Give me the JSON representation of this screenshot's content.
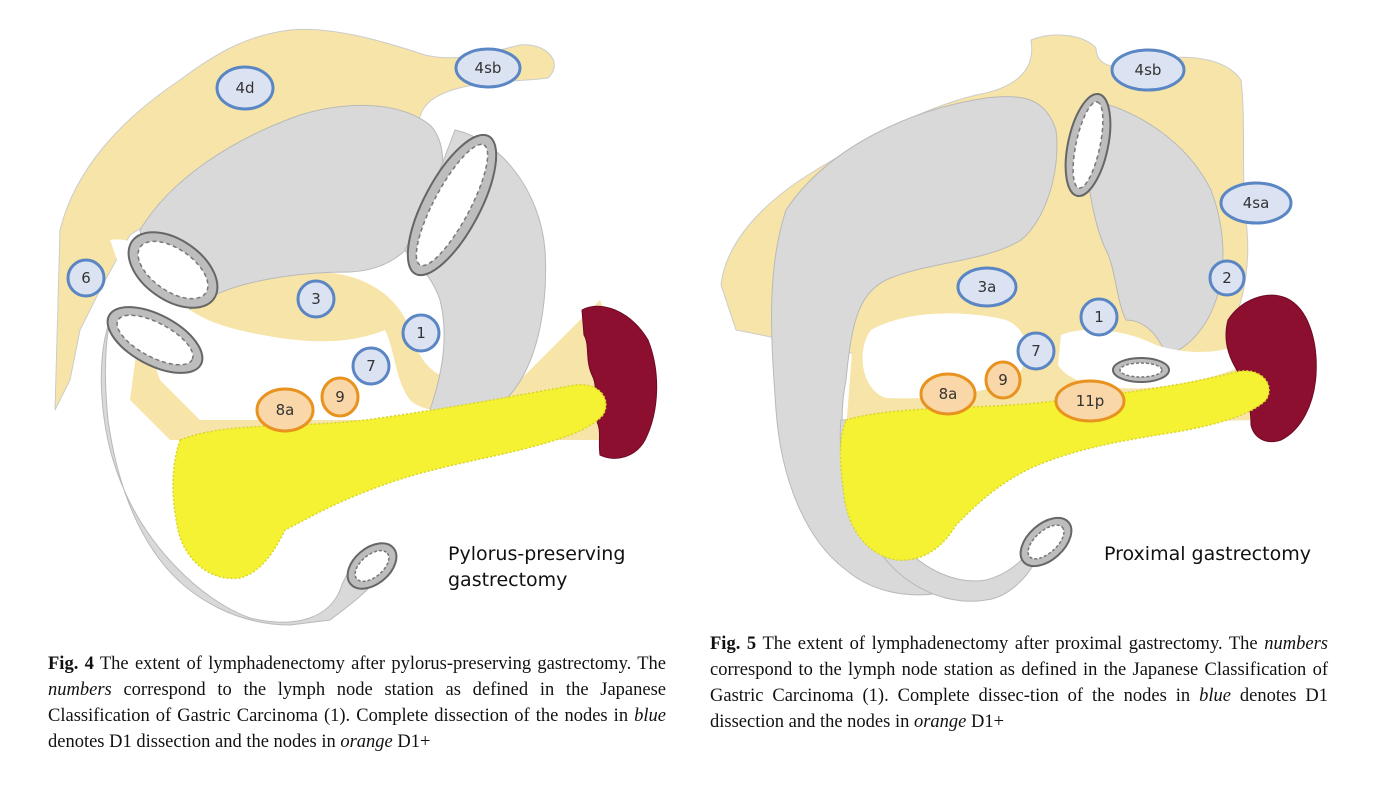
{
  "colors": {
    "fat": "#f7e4a8",
    "stomach": "#d9d9d9",
    "outline": "#b9b9b9",
    "pancreas": "#f5f233",
    "spleen": "#8c0f2f",
    "d1_node_fill": "#dbe3f2",
    "d1_node_stroke": "#5b86c4",
    "d1plus_node_fill": "#f9d7a8",
    "d1plus_node_stroke": "#e8921f"
  },
  "fig4": {
    "procedure_label_line1": "Pylorus-preserving",
    "procedure_label_line2": "gastrectomy",
    "nodes": {
      "n4d": "4d",
      "n4sb": "4sb",
      "n6": "6",
      "n3": "3",
      "n1": "1",
      "n7": "7",
      "n9": "9",
      "n8a": "8a"
    },
    "caption": {
      "fig_label": "Fig. 4",
      "text_1": " The extent of lymphadenectomy after pylorus-preserving gastrectomy. The ",
      "numbers_word": "numbers",
      "text_2": " correspond to the lymph node station as defined in the Japanese Classification of Gastric Carcinoma (1). Complete dissection of the nodes in ",
      "blue_word": "blue",
      "text_3": " denotes D1 dissection and the nodes in ",
      "orange_word": "orange",
      "text_4": " D1+"
    }
  },
  "fig5": {
    "procedure_label": "Proximal gastrectomy",
    "nodes": {
      "n4sb": "4sb",
      "n4sa": "4sa",
      "n2": "2",
      "n3a": "3a",
      "n1": "1",
      "n7": "7",
      "n9": "9",
      "n8a": "8a",
      "n11p": "11p"
    },
    "caption": {
      "fig_label": "Fig. 5",
      "text_1": " The extent of lymphadenectomy after proximal gastrectomy. The ",
      "numbers_word": "numbers",
      "text_2": " correspond to the lymph node station as defined in the Japanese Classification of Gastric Carcinoma (1). Complete dissec-tion of the nodes in ",
      "blue_word": "blue",
      "text_3": " denotes D1 dissection and the nodes in ",
      "orange_word": "orange",
      "text_4": " D1+"
    }
  }
}
